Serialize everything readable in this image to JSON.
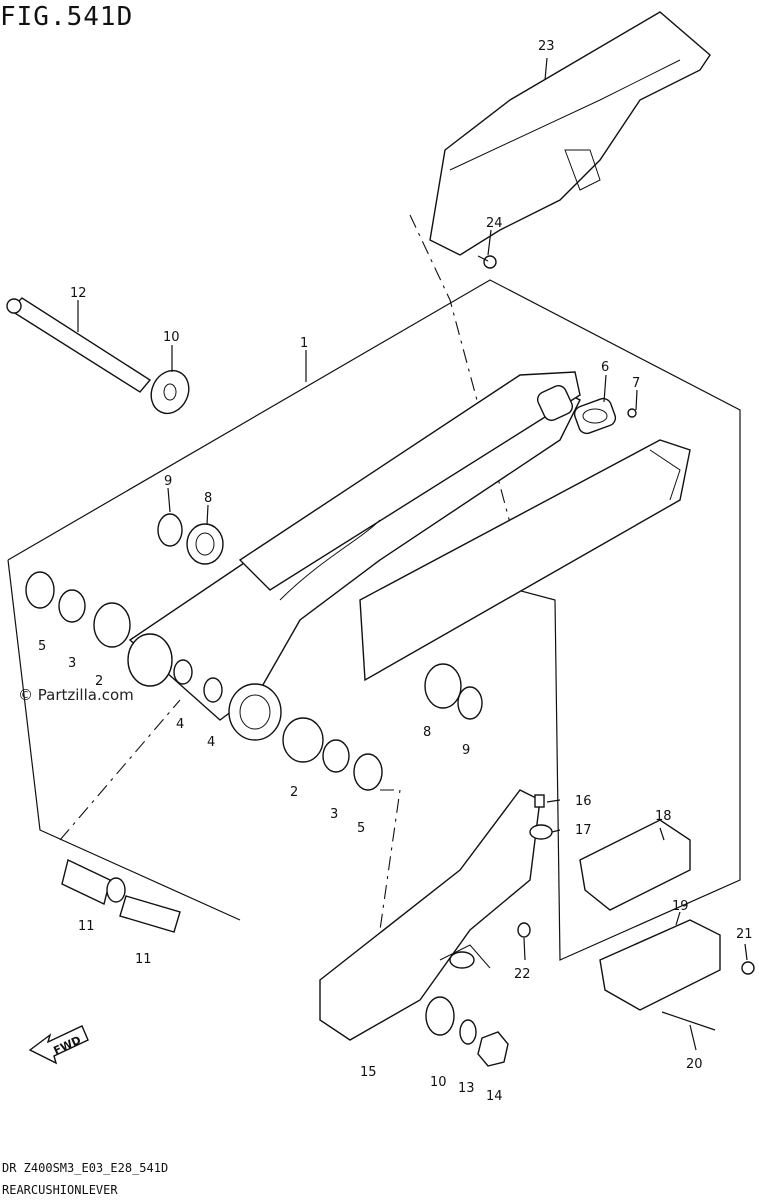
{
  "figure_title": "FIG.541D",
  "watermark": "© Partzilla.com",
  "footer": {
    "code": "DR Z400SM3_E03_E28_541D",
    "name": "REARCUSHIONLEVER"
  },
  "fwd_label": "FWD",
  "callouts": {
    "c23": "23",
    "c24": "24",
    "c12": "12",
    "c10a": "10",
    "c1": "1",
    "c6": "6",
    "c7": "7",
    "c9a": "9",
    "c8a": "8",
    "c5a": "5",
    "c3a": "3",
    "c2a": "2",
    "c4a": "4",
    "c4b": "4",
    "c8b": "8",
    "c9b": "9",
    "c2b": "2",
    "c3b": "3",
    "c5b": "5",
    "c16": "16",
    "c17": "17",
    "c18": "18",
    "c19": "19",
    "c21": "21",
    "c22": "22",
    "c11a": "11",
    "c11b": "11",
    "c15": "15",
    "c10b": "10",
    "c13": "13",
    "c14": "14",
    "c20": "20"
  }
}
